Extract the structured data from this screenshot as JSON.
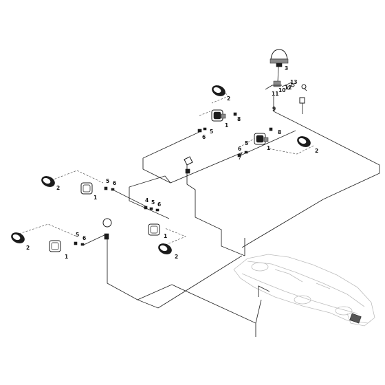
{
  "callouts": {
    "a_1": "1",
    "a_2": "2",
    "a_3": "3",
    "a_5": "5",
    "a_6": "6",
    "a_8": "8",
    "b_1": "1",
    "b_2": "2",
    "b_5": "5",
    "b_6": "6",
    "b_8": "8",
    "c_1": "1",
    "c_2": "2",
    "c_5": "5",
    "c_6": "6",
    "d_1": "1",
    "d_2": "2",
    "d_4": "4",
    "d_5": "5",
    "d_6": "6",
    "e_1": "1",
    "e_2": "2",
    "e_5": "5",
    "e_6": "6",
    "f_9": "9",
    "f_10": "10",
    "f_11": "11",
    "f_12": "12",
    "f_13": "13"
  }
}
